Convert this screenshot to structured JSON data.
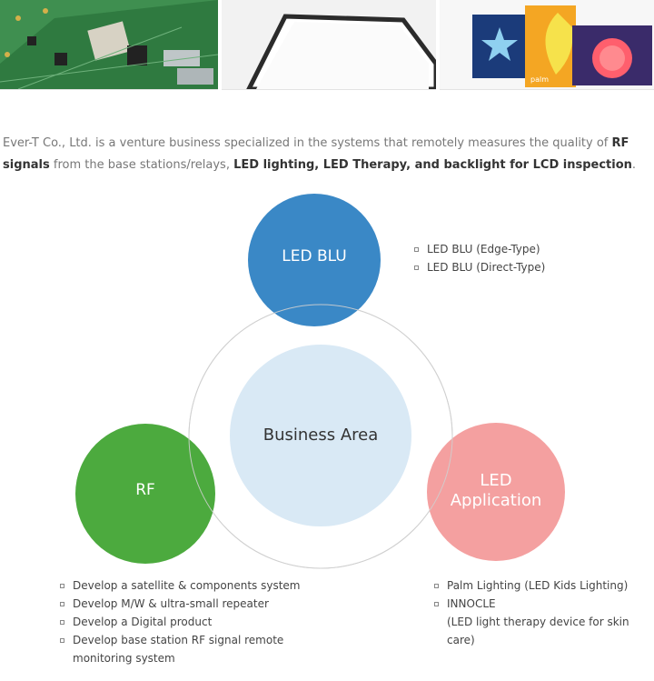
{
  "intro": {
    "part1": "Ever-T Co., Ltd. is a venture business specialized in the systems that remotely measures the quality of ",
    "bold1": "RF signals",
    "part2": " from the base stations/relays, ",
    "bold2": "LED lighting, LED Therapy, and backlight for LCD inspection",
    "part3": "."
  },
  "photos": [
    {
      "name": "circuit-board-photo"
    },
    {
      "name": "led-backlight-panel-photo"
    },
    {
      "name": "led-kids-lighting-photo",
      "product_label": "palm"
    }
  ],
  "diagram": {
    "center": {
      "label": "Business Area"
    },
    "led_blu": {
      "label": "LED BLU",
      "color": "#3a88c6",
      "items": [
        "LED BLU (Edge-Type)",
        "LED BLU (Direct-Type)"
      ]
    },
    "rf": {
      "label": "RF",
      "color": "#4caa3e",
      "items": [
        "Develop a satellite & components system",
        "Develop M/W & ultra-small repeater",
        "Develop a Digital product",
        "Develop base station RF signal remote",
        "monitoring system"
      ]
    },
    "led_app": {
      "label_line1": "LED",
      "label_line2": "Application",
      "color": "#f4a0a0",
      "items": [
        "Palm Lighting (LED Kids Lighting)",
        "INNOCLE",
        "(LED light therapy device for skin care)"
      ]
    },
    "center_color": "#d9e9f5"
  }
}
